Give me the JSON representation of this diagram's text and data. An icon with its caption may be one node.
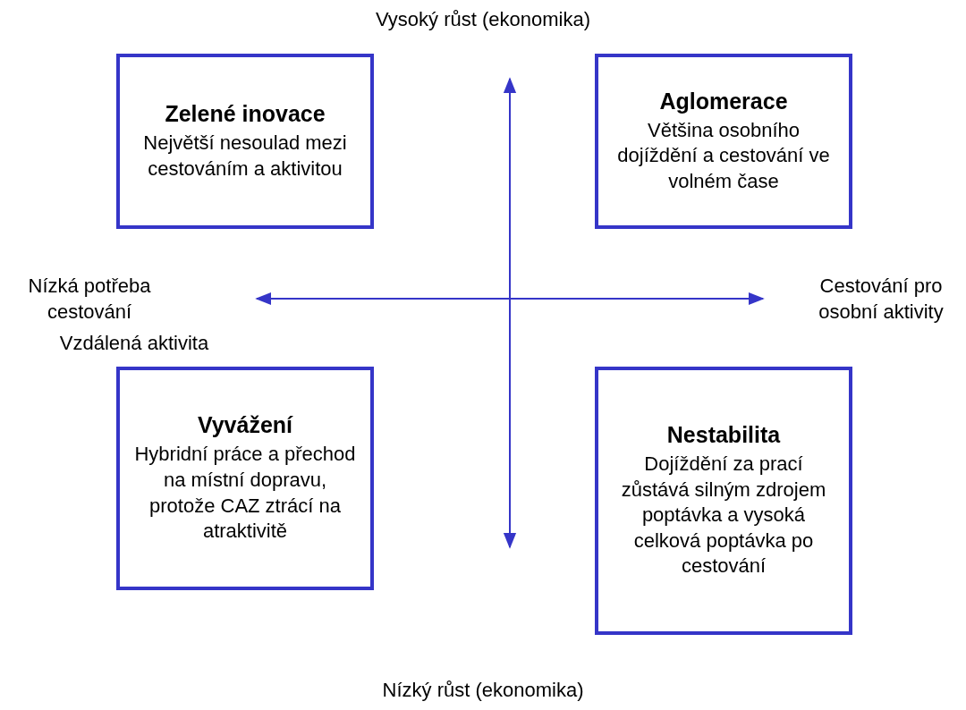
{
  "diagram": {
    "nodes": [
      {
        "text": [
          "Zelené inovace",
          "Největší nesoulad mezi cestováním a aktivitou"
        ]
      },
      {
        "text": [
          "Aglomerace",
          "Většina osobního dojíždění a cestování ve volném čase"
        ]
      },
      {
        "text": [
          "Vyvážení",
          "Hybridní práce a přechod na místní dopravu, protože CAZ ztrácí na atraktivitě"
        ]
      },
      {
        "text": [
          "Nestabilita",
          "Dojíždění za prací zůstává silným zdrojem poptávka a vysoká celková poptávka po cestování"
        ]
      }
    ],
    "labels": [
      "Vysoký růst (ekonomika)",
      "Nízká potřeba cestování",
      "Vzdálená aktivita",
      "Cestování pro osobní aktivity",
      "Nízký růst (ekonomika)"
    ]
  }
}
